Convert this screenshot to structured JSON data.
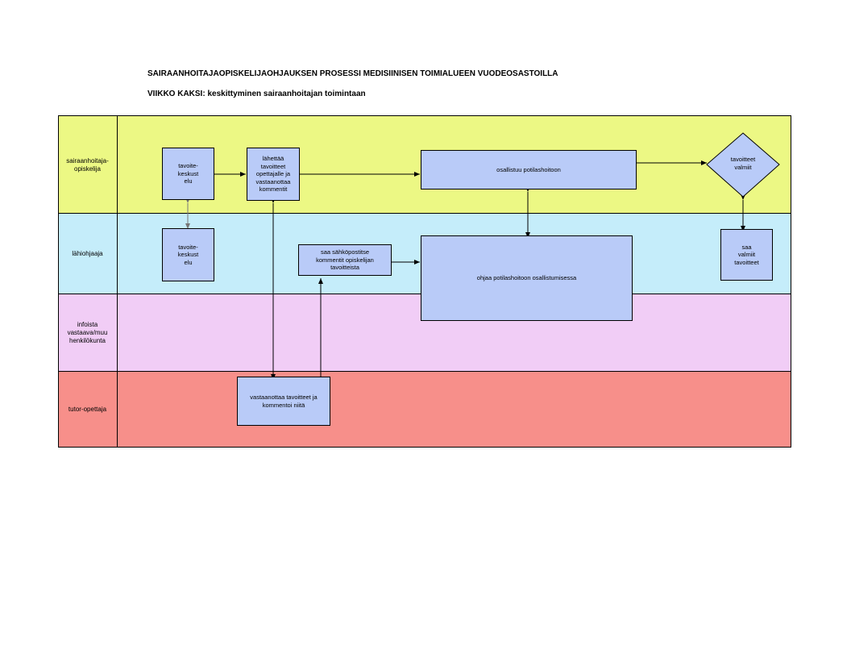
{
  "header": {
    "title": "SAIRAANHOITAJAOPISKELIJAOHJAUKSEN PROSESSI MEDISIINISEN TOIMIALUEEN VUODEOSASTOILLA",
    "subtitle": "VIIKKO KAKSI: keskittyminen sairaanhoitajan toimintaan"
  },
  "lanes": [
    {
      "label": "sairaanhoitaja-\nopiskelija",
      "color": "#ecf884"
    },
    {
      "label": "lähiohjaaja",
      "color": "#c5edfa"
    },
    {
      "label": "infoista\nvastaava/muu\nhenkilökunta",
      "color": "#f1cdf6"
    },
    {
      "label": "tutor-opettaja",
      "color": "#f78f8a"
    }
  ],
  "nodes": {
    "student_goal": "tavoite-\nkeskust\nelu",
    "send_goals": "lähettää\ntavoitteet\nopettajalle ja\nvastaanottaa\nkommentit",
    "participate": "osallistuu potilashoitoon",
    "goals_ready": "tavoitteet\nvalmiit",
    "supervisor_goal": "tavoite-\nkeskust\nelu",
    "email_comments": "saa sähköpostitse\nkommentit opiskelijan\ntavoitteista",
    "guide": "ohjaa potilashoitoon osallistumisessa",
    "ready": "saa\nvalmiit\ntavoitteet",
    "tutor_receive": "vastaanottaa tavoitteet ja\nkommentoi niitä"
  },
  "colors": {
    "box_fill": "#b9cbf8",
    "border": "#000000",
    "bidirectional_arrow": "#777777"
  }
}
